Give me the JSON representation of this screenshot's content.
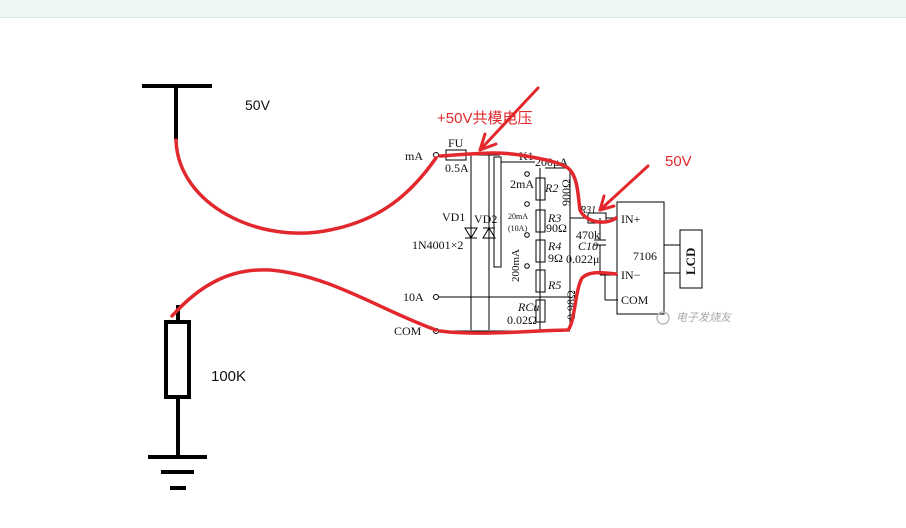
{
  "diagram": {
    "source_label": "50V",
    "resistor_label": "100K",
    "annotations": {
      "common_mode": "+50V共模电压",
      "in_plus_voltage": "50V"
    },
    "terminals": {
      "ma": "mA",
      "ten_a": "10A",
      "com": "COM"
    },
    "fuse": {
      "name": "FU",
      "rating": "0.5A"
    },
    "switch": "K1",
    "diodes": {
      "vd1": "VD1",
      "vd2": "VD2",
      "part": "1N4001×2"
    },
    "ranges": {
      "r200ua": "200μA",
      "r2ma": "2mA",
      "r20ma": "20mA",
      "r10a": "(10A)",
      "r200ma": "200mA"
    },
    "resistors": {
      "r2": "R2",
      "r2_val": "900Ω",
      "r3": "R3",
      "r3_val": "90Ω",
      "r4": "R4",
      "r4_val": "9Ω",
      "r5": "R5",
      "r5_val": "0.98Ω",
      "rcu": "RCu",
      "rcu_val": "0.02Ω",
      "r31": "R31",
      "r31_val": "470k"
    },
    "capacitor": {
      "name": "C10",
      "value": "0.022μ"
    },
    "chip": {
      "name": "7106",
      "in_plus": "IN+",
      "in_minus": "IN−",
      "com": "COM"
    },
    "display": "LCD",
    "watermark": "电子发烧友"
  }
}
